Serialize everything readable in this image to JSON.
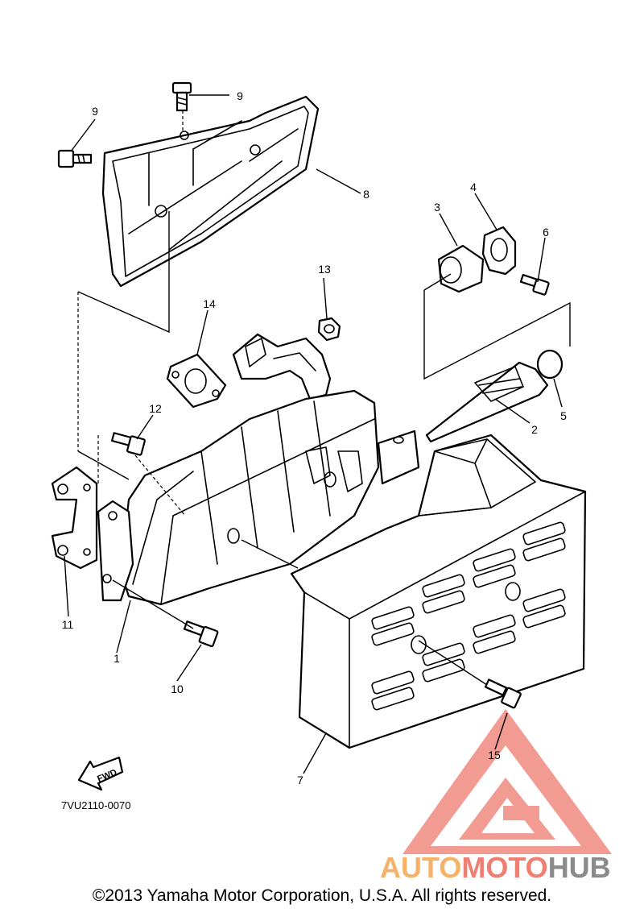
{
  "callouts": [
    {
      "id": "1",
      "text": "1"
    },
    {
      "id": "2",
      "text": "2"
    },
    {
      "id": "3",
      "text": "3"
    },
    {
      "id": "4",
      "text": "4"
    },
    {
      "id": "5",
      "text": "5"
    },
    {
      "id": "6",
      "text": "6"
    },
    {
      "id": "7",
      "text": "7"
    },
    {
      "id": "8",
      "text": "8"
    },
    {
      "id": "9a",
      "text": "9"
    },
    {
      "id": "9b",
      "text": "9"
    },
    {
      "id": "10",
      "text": "10"
    },
    {
      "id": "11",
      "text": "11"
    },
    {
      "id": "12",
      "text": "12"
    },
    {
      "id": "13",
      "text": "13"
    },
    {
      "id": "14",
      "text": "14"
    },
    {
      "id": "15",
      "text": "15"
    }
  ],
  "diagram_code": "7VU2110-0070",
  "fwd_label": "FWD",
  "watermark": {
    "auto": "AUTO",
    "moto": "MOTO",
    "hub": "HUB"
  },
  "colors": {
    "watermark_orange": "#f7b26a",
    "watermark_red": "#ef7f73",
    "watermark_gray": "#8a8a8a",
    "triangle": "#f08a80"
  },
  "copyright": "©2013 Yamaha Motor Corporation, U.S.A. All rights reserved."
}
